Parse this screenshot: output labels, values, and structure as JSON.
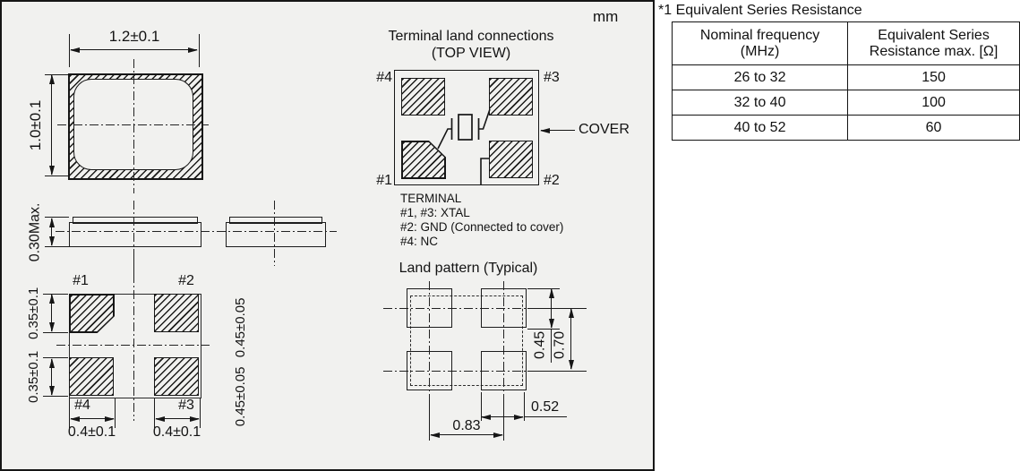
{
  "units_label": "mm",
  "package_views": {
    "top": {
      "width_dim": "1.2±0.1",
      "height_dim": "1.0±0.1"
    },
    "side": {
      "height_dim": "0.30Max."
    },
    "bottom": {
      "pad_labels": {
        "p1": "#1",
        "p2": "#2",
        "p3": "#3",
        "p4": "#4"
      },
      "pad_height_dim_1": "0.35±0.1",
      "pad_height_dim_2": "0.35±0.1",
      "pad_width_dim_1": "0.4±0.1",
      "pad_width_dim_2": "0.4±0.1",
      "pad_span_dim_1": "0.45±0.05",
      "pad_span_dim_2": "0.45±0.05"
    }
  },
  "terminal_connections": {
    "title": "Terminal land connections",
    "subtitle": "(TOP VIEW)",
    "pad_labels": {
      "p1": "#1",
      "p2": "#2",
      "p3": "#3",
      "p4": "#4"
    },
    "cover_label": "COVER",
    "legend_title": "TERMINAL",
    "legend": [
      "#1, #3: XTAL",
      "#2: GND (Connected to cover)",
      "#4: NC"
    ]
  },
  "land_pattern": {
    "title": "Land pattern (Typical)",
    "pad_height_dim": "0.45",
    "row_pitch_dim": "0.70",
    "pad_width_dim": "0.52",
    "col_pitch_dim": "0.83"
  },
  "esr_table": {
    "title": "*1 Equivalent Series Resistance",
    "col1": {
      "line1": "Nominal frequency",
      "line2": "(MHz)"
    },
    "col2": {
      "line1": "Equivalent Series",
      "line2": "Resistance max. [Ω]"
    },
    "rows": [
      {
        "freq": "26 to 32",
        "esr": "150"
      },
      {
        "freq": "32 to 40",
        "esr": "100"
      },
      {
        "freq": "40 to 52",
        "esr": "60"
      }
    ]
  }
}
